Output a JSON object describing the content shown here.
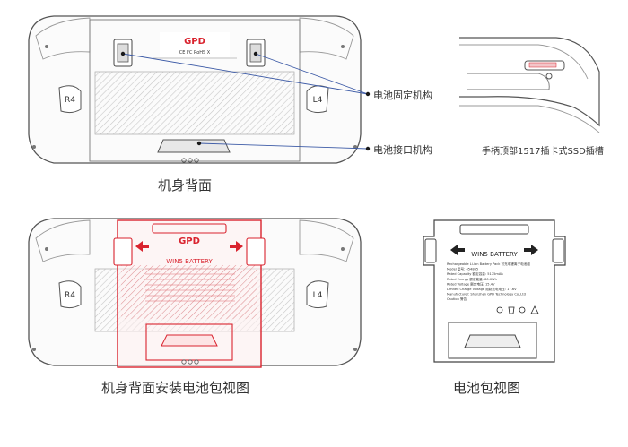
{
  "captions": {
    "back": "机身背面",
    "installed": "机身背面安装电池包视图",
    "battery": "电池包视图",
    "slot": "手柄顶部1517插卡式SSD插槽"
  },
  "callouts": {
    "battery_fixing": "电池固定机构",
    "battery_connector": "电池接口机构"
  },
  "device": {
    "logo": "GPD",
    "left_trigger": "R4",
    "right_trigger": "L4",
    "cert_line": "CE FC RoHS X"
  },
  "battery": {
    "brand": "WIN5 BATTERY",
    "spec_lines": [
      "Rechargeable Li-ion Battery Pack  可充电锂离子电池组",
      "Model  型号: 454865",
      "Rated Capacity  额定容量: 5175mAh",
      "Rated Energy  额定能量: 80.0Wh",
      "Rated Voltage  额定电压: 15.4V",
      "Limited Charge Voltage  限制充电电压: 17.6V",
      "Manufacturer: Shenzhen GPD Technology Co.,Ltd",
      "Caution  警告"
    ]
  },
  "colors": {
    "line": "#555555",
    "light_line": "#9a9a9a",
    "highlight": "#d9232e",
    "callout_line": "#3c5aa6",
    "hatch": "#c8c8c8"
  }
}
